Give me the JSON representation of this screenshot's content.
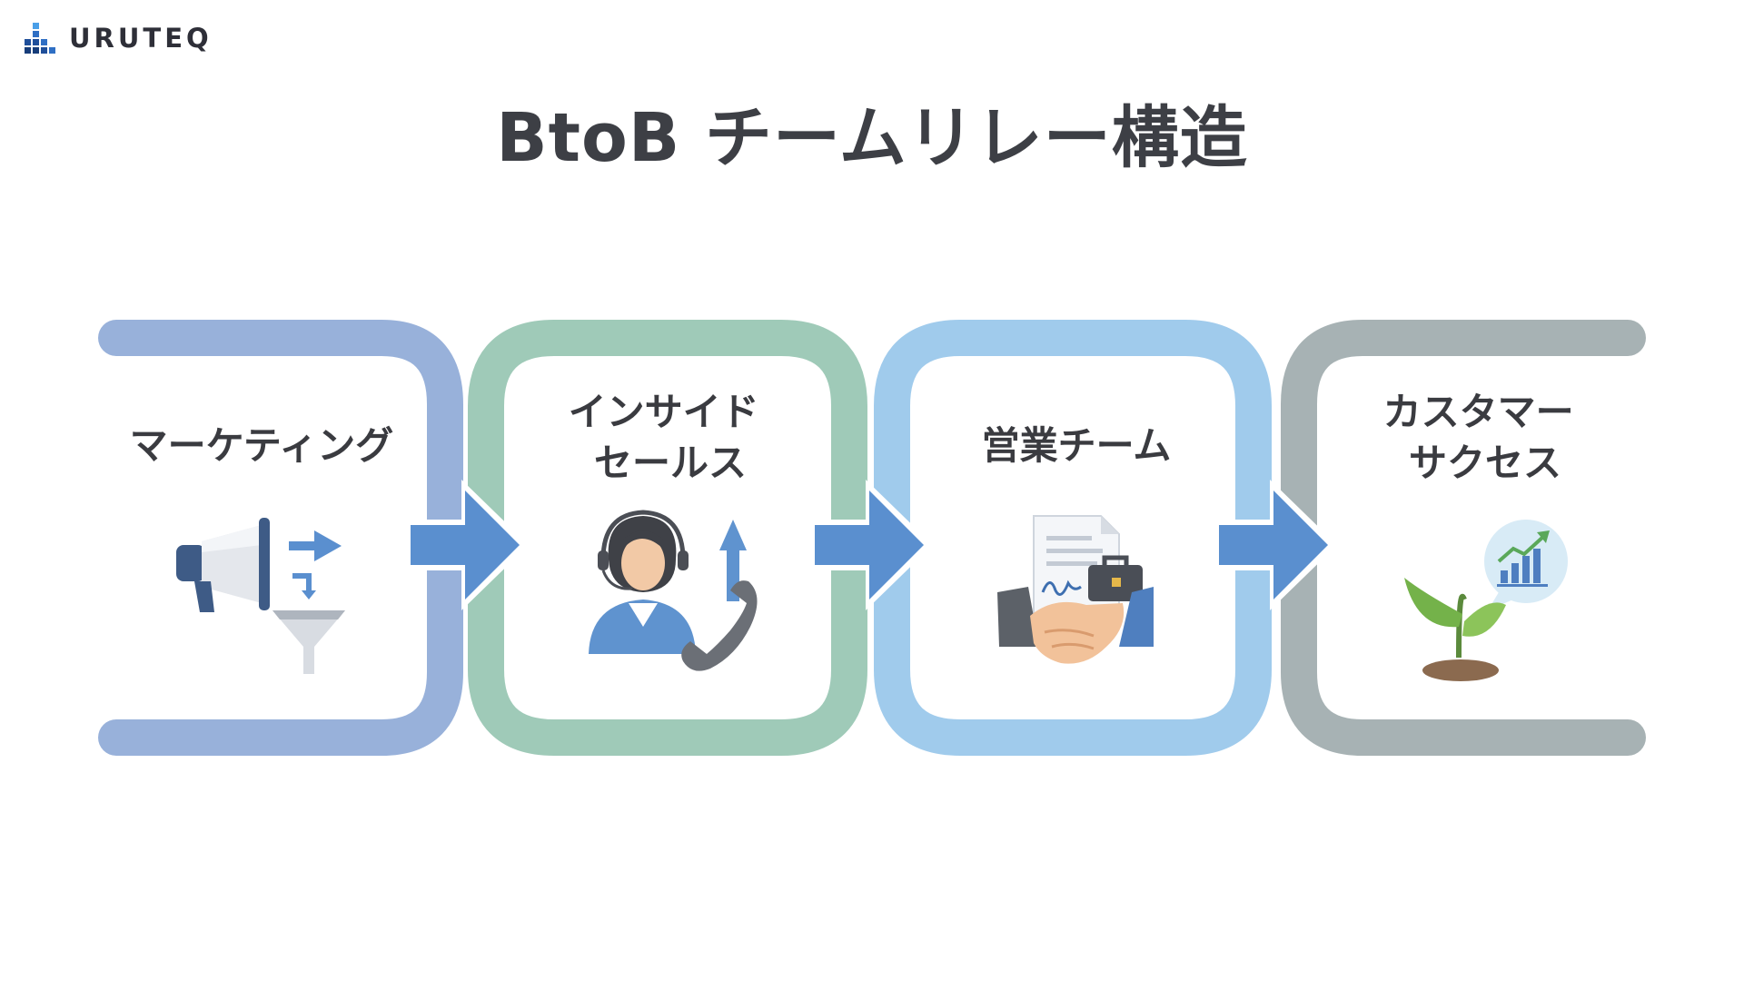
{
  "brand": {
    "name": "URUTEQ",
    "accent": "#1f4f9a",
    "accent_light": "#4a9fe8"
  },
  "title": "BtoB チームリレー構造",
  "stages": [
    {
      "id": "marketing",
      "label_lines": [
        "マーケティング"
      ],
      "icon": "megaphone-funnel-icon",
      "color": "#98b1da"
    },
    {
      "id": "inside-sales",
      "label_lines": [
        "インサイド",
        "セールス"
      ],
      "icon": "headset-operator-icon",
      "color": "#9fcab8"
    },
    {
      "id": "sales-team",
      "label_lines": [
        "営業チーム"
      ],
      "icon": "handshake-contract-icon",
      "color": "#a0cbec"
    },
    {
      "id": "customer-success",
      "label_lines": [
        "カスタマー",
        "サクセス"
      ],
      "icon": "sprout-growth-icon",
      "color": "#a7b2b4"
    }
  ],
  "arrow_color": "#5a8fcf"
}
